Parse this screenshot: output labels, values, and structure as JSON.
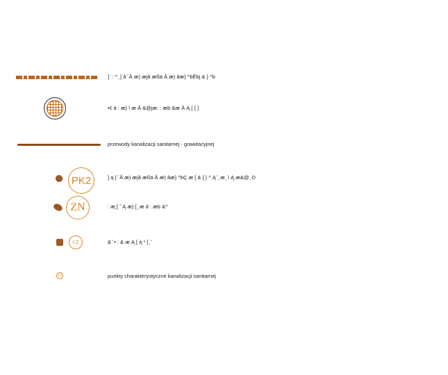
{
  "legend": {
    "items": [
      {
        "id": "dashed",
        "label": "]  ̇ : ^ ̧  [ â ̆  Ă æ) æjã æßä Ă æ) ãæ} ^bĔbj  & } ^b"
      },
      {
        "id": "grid-circle",
        "label": "•c̆ à : æ} \\ æ Ă &@jæ: : æb  &æ Ă Ą [ { ]"
      },
      {
        "id": "gravity-line",
        "label": "przewody kanalizacji sanitarnej - grawitacyjnej"
      },
      {
        "id": "pk2",
        "symbol_text": "PK2",
        "label": "]  ą } ̆  Ă æ) æjã æßä Ă æ) ãæ} ^bÇ æ [   & [ } ^ Ą ̆   ̧  æ  ̧  \\   Ą æ&@ ̧   D"
      },
      {
        "id": "zn",
        "symbol_text": "ZN",
        "label": ": æ̧ [ ̇ ̆ Ą æ) [  ̧  æ d : æb  &^"
      },
      {
        "id": "cz",
        "symbol_text": "CZ",
        "label": "&  ̆ • : & æ Ą [ á̧  * [  ̧  ̆"
      },
      {
        "id": "points",
        "symbol_text": "12",
        "label": "punkty charakterystyczne kanalizacji sanitarnej"
      }
    ]
  },
  "colors": {
    "orange": "#e08526",
    "brown": "#9b5a24",
    "dark_brown": "#8a4c17"
  }
}
